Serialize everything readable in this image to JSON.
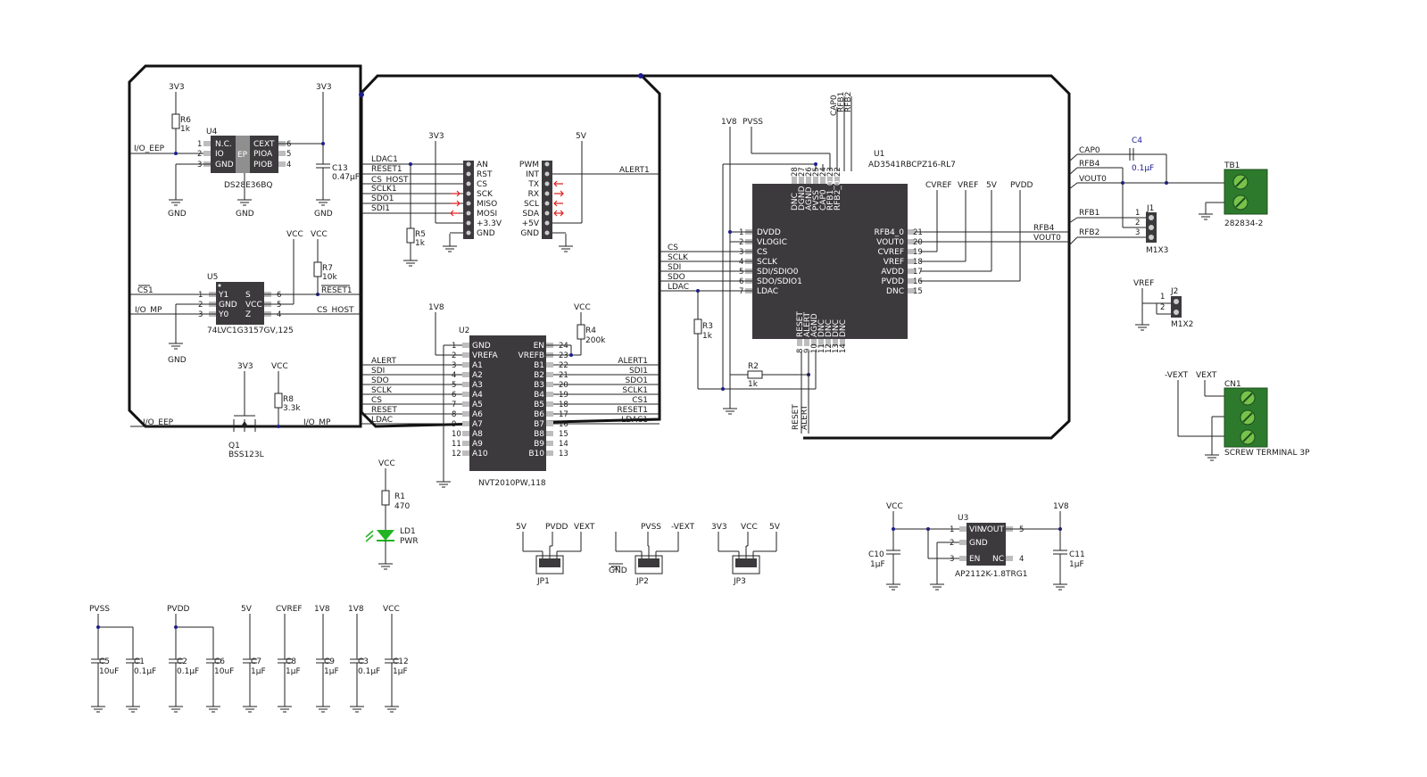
{
  "u4": {
    "ref": "U4",
    "part": "DS28E36BQ",
    "pins_left": [
      "N.C.",
      "IO",
      "GND"
    ],
    "pins_right": [
      "CEXT",
      "PIOA",
      "PIOB"
    ],
    "nums_left": [
      "1",
      "2",
      "3"
    ],
    "nums_right": [
      "6",
      "5",
      "4"
    ],
    "ep": "EP"
  },
  "r6": {
    "ref": "R6",
    "val": "1k"
  },
  "c13": {
    "ref": "C13",
    "val": "0.47µF"
  },
  "u5": {
    "ref": "U5",
    "part": "74LVC1G3157GV,125",
    "pins_left": [
      "Y1",
      "GND",
      "Y0"
    ],
    "pins_right": [
      "S",
      "VCC",
      "Z"
    ],
    "nums_left": [
      "1",
      "2",
      "3"
    ],
    "nums_right": [
      "6",
      "5",
      "4"
    ]
  },
  "r7": {
    "ref": "R7",
    "val": "10k"
  },
  "q1": {
    "ref": "Q1",
    "part": "BSS123L"
  },
  "r8": {
    "ref": "R8",
    "val": "3.3k"
  },
  "mikrobus_left": [
    "AN",
    "RST",
    "CS",
    "SCK",
    "MISO",
    "MOSI",
    "+3.3V",
    "GND"
  ],
  "mikrobus_right": [
    "PWM",
    "INT",
    "TX",
    "RX",
    "SCL",
    "SDA",
    "+5V",
    "GND"
  ],
  "r5": {
    "ref": "R5",
    "val": "1k"
  },
  "u2": {
    "ref": "U2",
    "part": "NVT2010PW,118",
    "pins_left": [
      "GND",
      "VREFA",
      "A1",
      "A2",
      "A3",
      "A4",
      "A5",
      "A6",
      "A7",
      "A8",
      "A9",
      "A10"
    ],
    "pins_right": [
      "EN",
      "VREFB",
      "B1",
      "B2",
      "B3",
      "B4",
      "B5",
      "B6",
      "B7",
      "B8",
      "B9",
      "B10"
    ],
    "nums_left": [
      "1",
      "2",
      "3",
      "4",
      "5",
      "6",
      "7",
      "8",
      "9",
      "10",
      "11",
      "12"
    ],
    "nums_right": [
      "24",
      "23",
      "22",
      "21",
      "20",
      "19",
      "18",
      "17",
      "16",
      "15",
      "14",
      "13"
    ]
  },
  "r4": {
    "ref": "R4",
    "val": "200k"
  },
  "r1": {
    "ref": "R1",
    "val": "470"
  },
  "ld1": {
    "ref": "LD1",
    "label": "PWR"
  },
  "u1": {
    "ref": "U1",
    "part": "AD3541RBCPZ16-RL7",
    "pins_left": [
      "DVDD",
      "VLOGIC",
      "CS",
      "SCLK",
      "SDI/SDIO0",
      "SDO/SDIO1",
      "LDAC"
    ],
    "nums_left": [
      "1",
      "2",
      "3",
      "4",
      "5",
      "6",
      "7"
    ],
    "pins_right": [
      "RFB4_0",
      "VOUT0",
      "CVREF",
      "VREF",
      "AVDD",
      "PVDD",
      "DNC"
    ],
    "nums_right": [
      "21",
      "20",
      "19",
      "18",
      "17",
      "16",
      "15"
    ],
    "pins_top": [
      "DNC",
      "DGND",
      "AGND",
      "PVSS",
      "CAP0",
      "RFB1_0",
      "RFB2_0"
    ],
    "nums_top": [
      "28",
      "27",
      "26",
      "25",
      "24",
      "23",
      "22"
    ],
    "pins_bottom": [
      "RESET",
      "ALERT",
      "AGND",
      "DNC",
      "DNC",
      "DNC",
      "DNC"
    ],
    "nums_bottom": [
      "8",
      "9",
      "10",
      "11",
      "12",
      "13",
      "14"
    ]
  },
  "r3": {
    "ref": "R3",
    "val": "1k"
  },
  "r2": {
    "ref": "R2",
    "val": "1k"
  },
  "c4": {
    "ref": "C4",
    "val": "0.1µF"
  },
  "tb1": {
    "ref": "TB1",
    "part": "282834-2"
  },
  "j1": {
    "ref": "J1",
    "part": "M1X3",
    "nums": [
      "1",
      "2",
      "3"
    ]
  },
  "j2": {
    "ref": "J2",
    "part": "M1X2",
    "nums": [
      "1",
      "2"
    ]
  },
  "cn1": {
    "ref": "CN1",
    "part": "SCREW TERMINAL 3P"
  },
  "u3": {
    "ref": "U3",
    "part": "AP2112K-1.8TRG1",
    "pins_left": [
      "VIN",
      "GND",
      "EN"
    ],
    "nums_left": [
      "1",
      "2",
      "3"
    ],
    "pins_right": [
      "VOUT",
      "NC"
    ],
    "nums_right": [
      "5",
      "4"
    ]
  },
  "c10": {
    "ref": "C10",
    "val": "1µF"
  },
  "c11": {
    "ref": "C11",
    "val": "1µF"
  },
  "jp1": {
    "ref": "JP1",
    "nets": [
      "5V",
      "PVDD",
      "VEXT"
    ]
  },
  "jp2": {
    "ref": "JP2",
    "nets": [
      "GND",
      "PVSS",
      "-VEXT"
    ]
  },
  "jp3": {
    "ref": "JP3",
    "nets": [
      "3V3",
      "VCC",
      "5V"
    ]
  },
  "decaps": [
    {
      "ref": "C5",
      "val": "10uF",
      "net": "PVSS"
    },
    {
      "ref": "C1",
      "val": "0.1µF",
      "net": ""
    },
    {
      "ref": "C2",
      "val": "0.1µF",
      "net": "PVDD"
    },
    {
      "ref": "C6",
      "val": "10uF",
      "net": ""
    },
    {
      "ref": "C7",
      "val": "1µF",
      "net": "5V"
    },
    {
      "ref": "C8",
      "val": "1µF",
      "net": "CVREF"
    },
    {
      "ref": "C9",
      "val": "1µF",
      "net": "1V8"
    },
    {
      "ref": "C3",
      "val": "0.1µF",
      "net": "1V8"
    },
    {
      "ref": "C12",
      "val": "1µF",
      "net": "VCC"
    }
  ],
  "nets": {
    "n3v3": "3V3",
    "vcc": "VCC",
    "gnd": "GND",
    "v5": "5V",
    "v1v8": "1V8",
    "pvss": "PVSS",
    "pvdd": "PVDD",
    "cvref": "CVREF",
    "vref": "VREF",
    "io_eep": "I/O_EEP",
    "io_mp": "I/O_MP",
    "cs1": "CS1",
    "reset1": "RESET1",
    "cs_host": "CS_HOST",
    "ldac1": "LDAC1",
    "sclk1": "SCLK1",
    "sdo1": "SDO1",
    "sdi1": "SDI1",
    "alert1": "ALERT1",
    "alert": "ALERT",
    "sdi": "SDI",
    "sdo": "SDO",
    "sclk": "SCLK",
    "cs": "CS",
    "reset": "RESET",
    "ldac": "LDAC",
    "cap0": "CAP0",
    "rfb1": "RFB1",
    "rfb2": "RFB2",
    "rfb4": "RFB4",
    "vout0": "VOUT0",
    "vext": "VEXT",
    "nvext": "-VEXT"
  }
}
